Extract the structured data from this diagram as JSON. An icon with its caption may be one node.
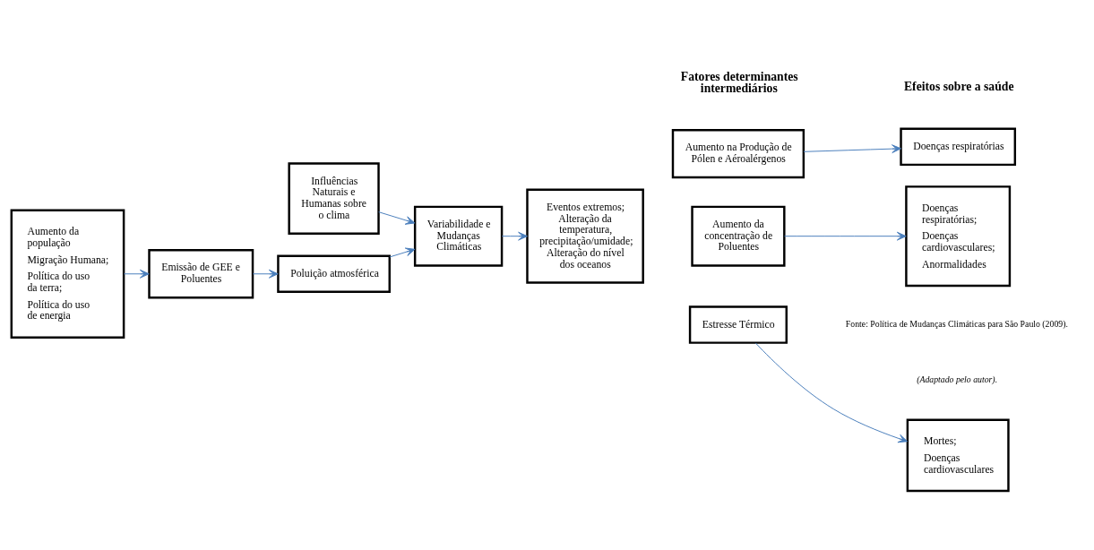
{
  "diagram": {
    "nodes": [
      {
        "text": [
          "Influências Naturais e Humanas sobre o clima"
        ]
      },
      {
        "text": [
          "Variabilidade e Mudanças Climáticas"
        ]
      },
      {
        "text": [
          "Eventos extremos; Alteração da temperatura, precipitação/umidade; Alteração do nível dos oceanos"
        ]
      },
      {
        "text": [
          "Aumento na Produção de Pólen e Aéroalérgenos"
        ]
      },
      {
        "text": [
          "Doenças respiratórias"
        ]
      },
      {
        "text": [
          "Aumento da concentração de Poluentes"
        ]
      },
      {
        "text": [
          "Doenças respiratórias;",
          "Doenças cardiovasculares;",
          "Anormalidades"
        ]
      },
      {
        "text": [
          "Estresse Térmico"
        ]
      },
      {
        "text": [
          "Mortes;",
          "Doenças cardiovasculares"
        ]
      },
      {
        "text": [
          "Poluição atmosférica"
        ]
      },
      {
        "text": [
          "Aumento da população",
          "Migração Humana;",
          "Política do uso da terra;",
          "Política do uso de energia"
        ]
      },
      {
        "text": [
          "Emissão de GEE e Poluentes"
        ]
      }
    ],
    "edges": [
      {
        "from": 0,
        "to": 1,
        "arrow": "to"
      },
      {
        "from": 1,
        "to": 2,
        "arrow": "to"
      },
      {
        "from": 3,
        "to": 4,
        "arrow": "to"
      },
      {
        "from": 5,
        "to": 6,
        "arrow": "to"
      },
      {
        "from": 7,
        "to": 8,
        "arrow": "to"
      },
      {
        "from": 9,
        "to": 1,
        "arrow": "to"
      },
      {
        "from": 11,
        "to": 9,
        "arrow": "to"
      },
      {
        "from": 10,
        "to": 11,
        "arrow": "to"
      }
    ],
    "labels": [
      "Fatores determinantes intermediários",
      "Efeitos sobre a saúde",
      "Fonte: Política de Mudanças Climáticas para São Paulo (2009).",
      "(Adaptado pelo autor)."
    ]
  }
}
